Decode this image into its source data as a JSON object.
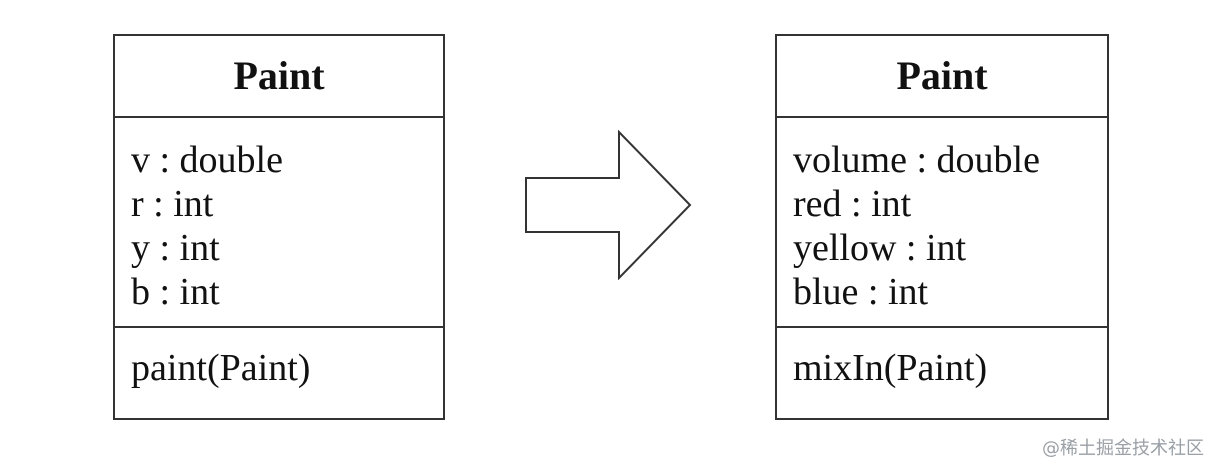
{
  "left_class": {
    "name": "Paint",
    "attributes": [
      "v : double",
      "r : int",
      "y : int",
      "b : int"
    ],
    "operations": [
      "paint(Paint)"
    ]
  },
  "right_class": {
    "name": "Paint",
    "attributes": [
      "volume : double",
      "red : int",
      "yellow : int",
      "blue : int"
    ],
    "operations": [
      "mixIn(Paint)"
    ]
  },
  "arrow": {
    "icon": "right-arrow-icon",
    "stroke_color": "#333333",
    "fill_color": "#ffffff"
  },
  "watermark": {
    "text": "@稀土掘金技术社区"
  }
}
